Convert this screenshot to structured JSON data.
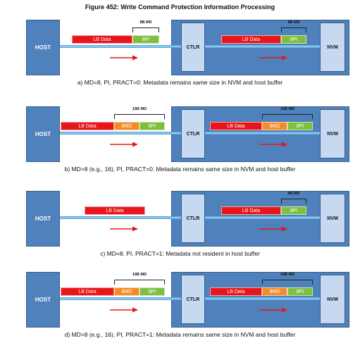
{
  "figure_title": "Figure 452: Write Command Protection Information Processing",
  "labels": {
    "host": "HOST",
    "ctlr": "CTLR",
    "nvm": "NVM"
  },
  "colors": {
    "lb_data": "#e8161b",
    "md": "#f28c28",
    "pi": "#7fbf40",
    "block": "#4f81bd",
    "inner": "#c6d9f1",
    "bus": "#8ec5ea",
    "arrow": "#e8161b"
  },
  "panels": [
    {
      "id": "a",
      "caption": "a) MD=8, PI, PRACT=0: Metadata remains same size in NVM and host buffer",
      "host_buffer": {
        "lb": "LB Data",
        "md": "",
        "pi": "8PI",
        "brace": "8B MD"
      },
      "nvm_buffer": {
        "lb": "LB Data",
        "md": "",
        "pi": "8PI",
        "brace": "8B MD"
      }
    },
    {
      "id": "b",
      "caption": "b) MD>8 (e.g., 16), PI, PRACT=0: Metadata remains same size in NVM and host buffer",
      "host_buffer": {
        "lb": "LB Data",
        "md": "8MD",
        "pi": "8PI",
        "brace": "16B MD"
      },
      "nvm_buffer": {
        "lb": "LB Data",
        "md": "8MD",
        "pi": "8PI",
        "brace": "16B MD"
      }
    },
    {
      "id": "c",
      "caption": "c) MD=8, PI, PRACT=1: Metadata not resident in host buffer",
      "host_buffer": {
        "lb": "LB Data",
        "md": "",
        "pi": "",
        "brace": ""
      },
      "nvm_buffer": {
        "lb": "LB Data",
        "md": "",
        "pi": "8PI",
        "brace": "8B MD"
      }
    },
    {
      "id": "d",
      "caption": "d) MD>8 (e.g., 16), PI, PRACT=1: Metadata remains same size in NVM and host buffer",
      "host_buffer": {
        "lb": "LB Data",
        "md": "8MD",
        "pi": "8PI",
        "brace": "16B MD"
      },
      "nvm_buffer": {
        "lb": "LB Data",
        "md": "8MD",
        "pi": "8PI",
        "brace": "16B MD"
      }
    }
  ]
}
